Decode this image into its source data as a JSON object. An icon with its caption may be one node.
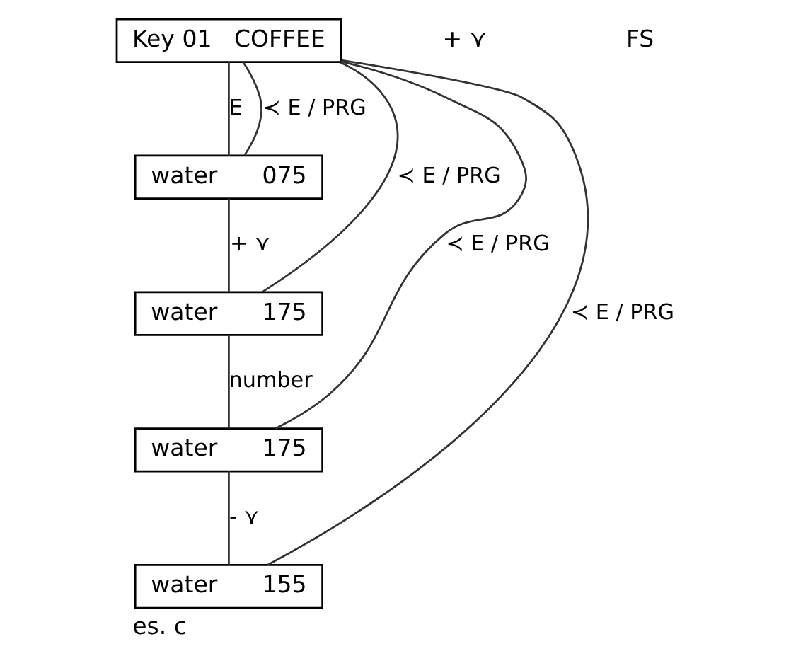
{
  "diagram": {
    "caption": "es. c",
    "nodes": [
      {
        "text": [
          "Key 01   COFFEE"
        ]
      },
      {
        "text": [
          "water      075"
        ]
      },
      {
        "text": [
          "water      175"
        ]
      },
      {
        "text": [
          "water      175"
        ]
      },
      {
        "text": [
          "water      155"
        ]
      }
    ],
    "edges": [
      {
        "from": 0,
        "to": 1,
        "arrow": "none",
        "label": "E"
      },
      {
        "from": 1,
        "to": 2,
        "arrow": "none",
        "label": "+ ⋎"
      },
      {
        "from": 2,
        "to": 3,
        "arrow": "none",
        "label": "number"
      },
      {
        "from": 3,
        "to": 4,
        "arrow": "none",
        "label": "- ⋎"
      },
      {
        "from": 1,
        "to": 0,
        "arrow": "none",
        "label": "≺ E / PRG"
      },
      {
        "from": 2,
        "to": 0,
        "arrow": "none",
        "label": "≺ E / PRG"
      },
      {
        "from": 3,
        "to": 0,
        "arrow": "none",
        "label": "≺ E / PRG"
      },
      {
        "from": 4,
        "to": 0,
        "arrow": "none",
        "label": "≺ E / PRG"
      }
    ],
    "labels": [
      "+ ⋎",
      "FS"
    ]
  }
}
